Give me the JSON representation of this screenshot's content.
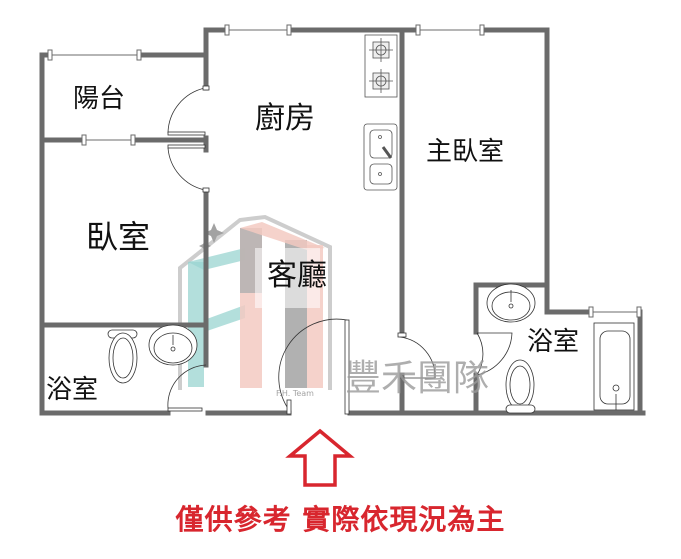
{
  "floor_plan": {
    "rooms": [
      {
        "id": "balcony",
        "label": "陽台"
      },
      {
        "id": "kitchen",
        "label": "廚房"
      },
      {
        "id": "bedroom",
        "label": "臥室"
      },
      {
        "id": "living_room",
        "label": "客廳"
      },
      {
        "id": "master_bedroom",
        "label": "主臥室"
      },
      {
        "id": "bathroom_left",
        "label": "浴室"
      },
      {
        "id": "bathroom_right",
        "label": "浴室"
      }
    ],
    "fixtures": [
      "stove-burner",
      "stove-burner",
      "kitchen-sink",
      "toilet",
      "washbasin",
      "washbasin",
      "toilet",
      "bathtub"
    ],
    "entrance_arrow": "up-arrow"
  },
  "watermark": {
    "logo_text": "F.H. Team",
    "team_name": "豐禾團隊"
  },
  "disclaimer": "僅供參考 實際依現況為主",
  "colors": {
    "wall": "#6b6b6b",
    "accent_red": "#d8262e",
    "logo_teal": "#8fd0cc",
    "logo_pink": "#f2c4bb",
    "logo_gray": "#9a9a9a"
  }
}
